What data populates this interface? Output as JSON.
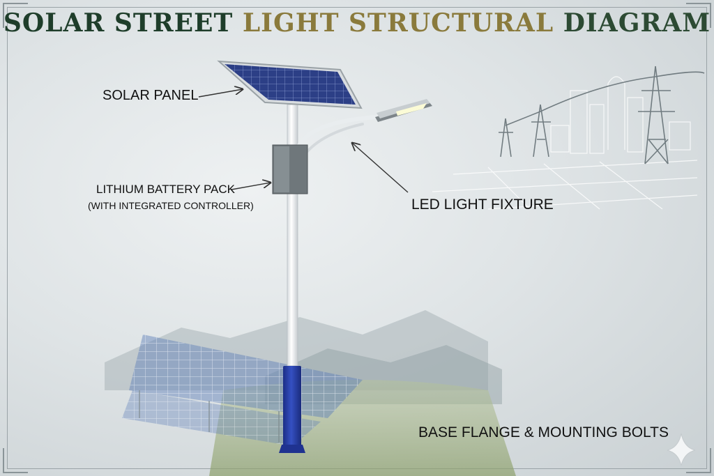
{
  "title": {
    "part1": "SOLAR STREET ",
    "part2": "LIGHT STRUCTURAL",
    "part3": " DIAGRAM"
  },
  "labels": {
    "solar_panel": "SOLAR PANEL",
    "battery_line1": "LITHIUM BATTERY PACK",
    "battery_line2": "(WITH INTEGRATED CONTROLLER)",
    "led_fixture": "LED LIGHT FIXTURE",
    "base": "BASE FLANGE & MOUNTING BOLTS"
  },
  "colors": {
    "title_dark": "#1e3d2a",
    "title_gold": "#8a7a3c",
    "pole_white": "#f4f6f7",
    "pole_base_blue": "#2a41a6",
    "panel_blue": "#2c3f86"
  }
}
